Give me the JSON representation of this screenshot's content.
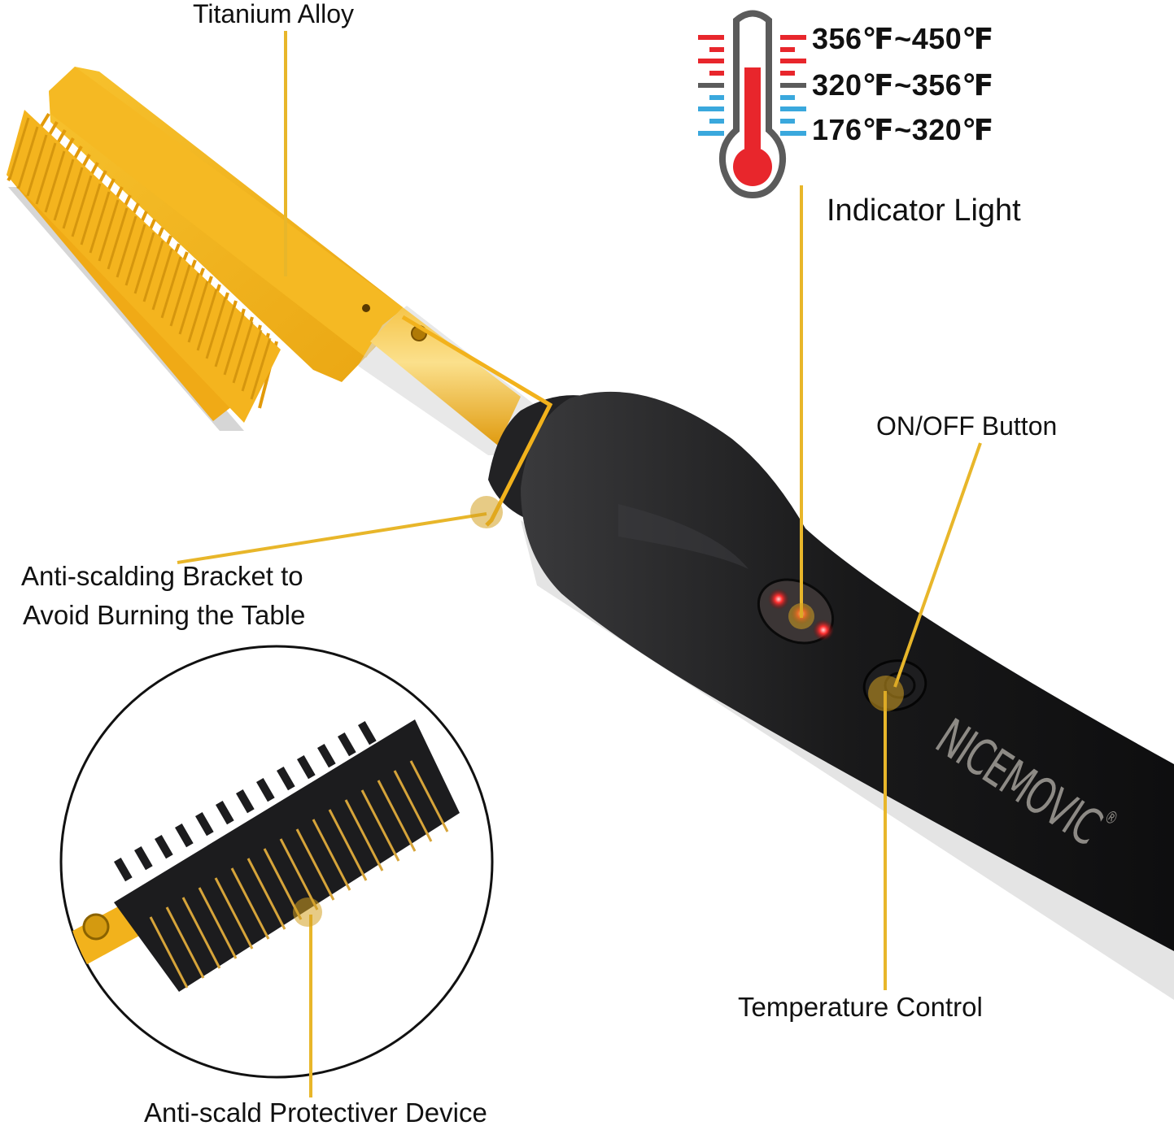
{
  "labels": {
    "titanium": "Titanium Alloy",
    "indicator": "Indicator Light",
    "onoff": "ON/OFF Button",
    "bracket_line1": "Anti-scalding Bracket to",
    "bracket_line2": "Avoid Burning the Table",
    "temperature_control": "Temperature Control",
    "protective_device": "Anti-scald Protectiver Device"
  },
  "temperature_ranges": [
    {
      "range": "356℉~450℉",
      "color": "#e8262c"
    },
    {
      "range": "320℉~356℉",
      "color": "#5a5a5a"
    },
    {
      "range": "176℉~320℉",
      "color": "#3aa8dd"
    }
  ],
  "brand": {
    "name": "NICEMOVIC",
    "trademark": "®"
  },
  "colors": {
    "comb_gold": "#f2b21c",
    "callout_gold": "#e8b62a",
    "handle_black": "#1b1b1d",
    "thermo_red": "#e8262c",
    "thermo_gray": "#5b5b5b",
    "thermo_blue": "#3aa8dd"
  }
}
